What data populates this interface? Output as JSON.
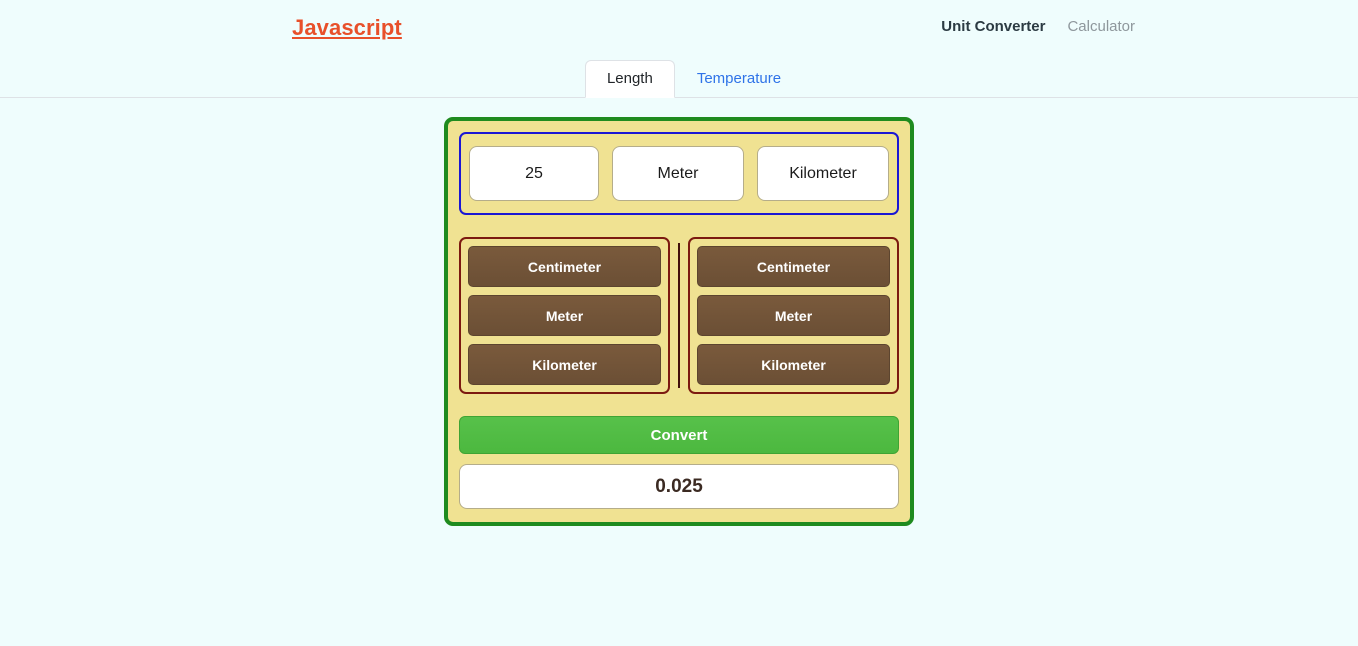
{
  "header": {
    "brand": "Javascript",
    "nav": [
      {
        "label": "Unit Converter",
        "active": true
      },
      {
        "label": "Calculator",
        "active": false
      }
    ]
  },
  "tabs": [
    {
      "label": "Length",
      "active": true
    },
    {
      "label": "Temperature",
      "active": false
    }
  ],
  "converter": {
    "input": {
      "value": "25",
      "from_unit": "Meter",
      "to_unit": "Kilometer"
    },
    "from_column": {
      "options": [
        "Centimeter",
        "Meter",
        "Kilometer"
      ]
    },
    "to_column": {
      "options": [
        "Centimeter",
        "Meter",
        "Kilometer"
      ]
    },
    "convert_label": "Convert",
    "result": "0.025"
  },
  "colors": {
    "page_background": "#effdfd",
    "brand": "#e8502a",
    "card_background": "#f0e292",
    "card_border": "#1f8b1f",
    "input_panel_border": "#1b17d4",
    "unit_column_border": "#7c1a10",
    "unit_button": "#71533a",
    "convert_button": "#52bd45",
    "tab_link": "#2f73e8"
  }
}
